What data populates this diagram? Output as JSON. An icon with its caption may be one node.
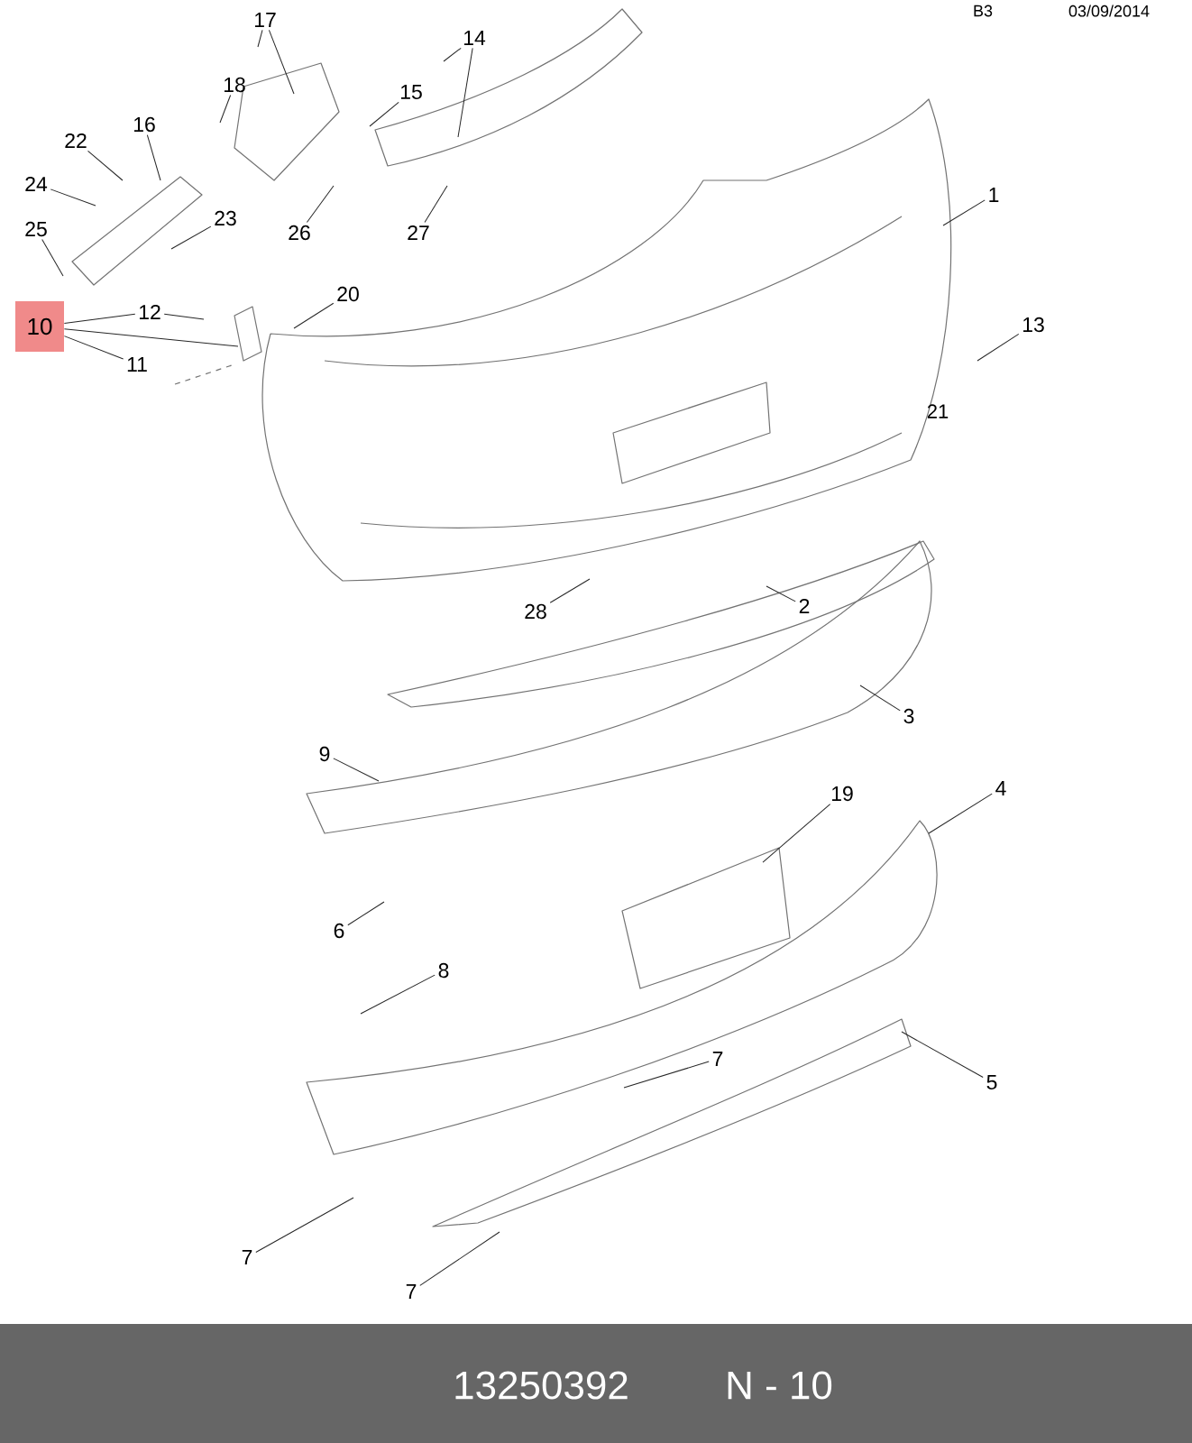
{
  "diagram": {
    "nodes": [
      {
        "text": [
          "17"
        ]
      },
      {
        "text": [
          "14"
        ]
      },
      {
        "text": [
          "18"
        ]
      },
      {
        "text": [
          "15"
        ]
      },
      {
        "text": [
          "16"
        ]
      },
      {
        "text": [
          "22"
        ]
      },
      {
        "text": [
          "24"
        ]
      },
      {
        "text": [
          "23"
        ]
      },
      {
        "text": [
          "25"
        ]
      },
      {
        "text": [
          "26"
        ]
      },
      {
        "text": [
          "27"
        ]
      },
      {
        "text": [
          "1"
        ]
      },
      {
        "text": [
          "20"
        ]
      },
      {
        "text": [
          "10"
        ]
      },
      {
        "text": [
          "12"
        ]
      },
      {
        "text": [
          "11"
        ]
      },
      {
        "text": [
          "13"
        ]
      },
      {
        "text": [
          "28"
        ]
      },
      {
        "text": [
          "2"
        ]
      },
      {
        "text": [
          "3"
        ]
      },
      {
        "text": [
          "9"
        ]
      },
      {
        "text": [
          "19"
        ]
      },
      {
        "text": [
          "4"
        ]
      },
      {
        "text": [
          "6"
        ]
      },
      {
        "text": [
          "8"
        ]
      },
      {
        "text": [
          "7"
        ]
      },
      {
        "text": [
          "5"
        ]
      },
      {
        "text": [
          "7"
        ]
      },
      {
        "text": [
          "7"
        ]
      }
    ],
    "edges": [
      {
        "from": 0,
        "to": null,
        "arrow": "none"
      },
      {
        "from": 0,
        "to": null,
        "arrow": "none"
      },
      {
        "from": 1,
        "to": null,
        "arrow": "none"
      },
      {
        "from": 1,
        "to": null,
        "arrow": "none"
      },
      {
        "from": 2,
        "to": null,
        "arrow": "none"
      },
      {
        "from": 3,
        "to": null,
        "arrow": "none"
      },
      {
        "from": 4,
        "to": null,
        "arrow": "none"
      },
      {
        "from": 5,
        "to": null,
        "arrow": "none"
      },
      {
        "from": 6,
        "to": null,
        "arrow": "none"
      },
      {
        "from": 7,
        "to": null,
        "arrow": "none"
      },
      {
        "from": 8,
        "to": null,
        "arrow": "none"
      },
      {
        "from": 9,
        "to": null,
        "arrow": "none"
      },
      {
        "from": 10,
        "to": null,
        "arrow": "none"
      },
      {
        "from": 11,
        "to": null,
        "arrow": "none"
      },
      {
        "from": 12,
        "to": null,
        "arrow": "none"
      },
      {
        "from": 13,
        "to": 14,
        "arrow": "none"
      },
      {
        "from": 13,
        "to": 15,
        "arrow": "none"
      },
      {
        "from": 13,
        "to": null,
        "arrow": "none"
      },
      {
        "from": 14,
        "to": null,
        "arrow": "none"
      },
      {
        "from": 16,
        "to": null,
        "arrow": "none"
      },
      {
        "from": 17,
        "to": null,
        "arrow": "none"
      },
      {
        "from": 18,
        "to": null,
        "arrow": "none"
      },
      {
        "from": 19,
        "to": null,
        "arrow": "none"
      },
      {
        "from": 20,
        "to": null,
        "arrow": "none"
      },
      {
        "from": 21,
        "to": null,
        "arrow": "none"
      },
      {
        "from": 22,
        "to": null,
        "arrow": "none"
      },
      {
        "from": 23,
        "to": null,
        "arrow": "none"
      },
      {
        "from": 24,
        "to": null,
        "arrow": "none"
      },
      {
        "from": 25,
        "to": null,
        "arrow": "none"
      },
      {
        "from": 26,
        "to": null,
        "arrow": "none"
      },
      {
        "from": 27,
        "to": null,
        "arrow": "none"
      },
      {
        "from": 28,
        "to": null,
        "arrow": "none"
      }
    ],
    "labels": [
      "B3",
      "03/09/2014",
      "21",
      "13250392",
      "N - 10"
    ]
  }
}
